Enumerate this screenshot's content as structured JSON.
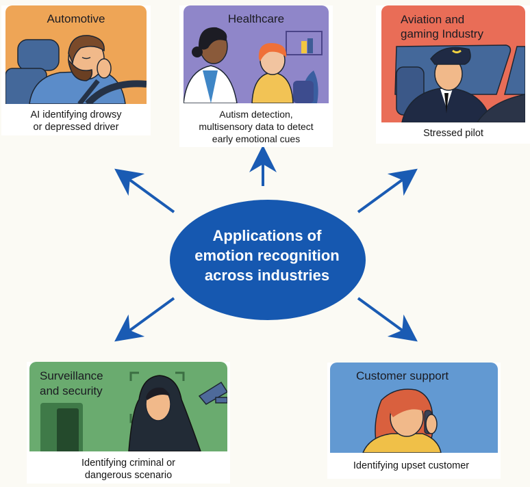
{
  "center": {
    "title_lines": [
      "Applications of",
      "emotion recognition",
      "across industries"
    ],
    "fill_color": "#1658b0",
    "arrow_color": "#1a5bb3"
  },
  "cards": {
    "automotive": {
      "title": "Automotive",
      "caption_lines": [
        "AI identifying drowsy",
        "or depressed driver"
      ],
      "color": "#eea556"
    },
    "healthcare": {
      "title": "Healthcare",
      "caption_lines": [
        "Autism detection,",
        "multisensory data to detect",
        "early emotional cues"
      ],
      "color": "#8f86c9"
    },
    "aviation": {
      "title_lines": [
        "Aviation and",
        "gaming Industry"
      ],
      "caption_lines": [
        "Stressed pilot"
      ],
      "color": "#e96d57"
    },
    "surveillance": {
      "title_lines": [
        "Surveillance",
        "and security"
      ],
      "caption_lines": [
        "Identifying criminal or",
        "dangerous scenario"
      ],
      "color": "#6aab6f"
    },
    "customer_support": {
      "title": "Customer support",
      "caption_lines": [
        "Identifying upset customer"
      ],
      "color": "#6299d2"
    }
  },
  "icons": {
    "automotive": "drowsy-driver-illustration",
    "healthcare": "doctor-and-child-illustration",
    "aviation": "stressed-pilot-illustration",
    "surveillance": "hooded-person-cctv-illustration",
    "customer_support": "upset-customer-phone-illustration"
  }
}
